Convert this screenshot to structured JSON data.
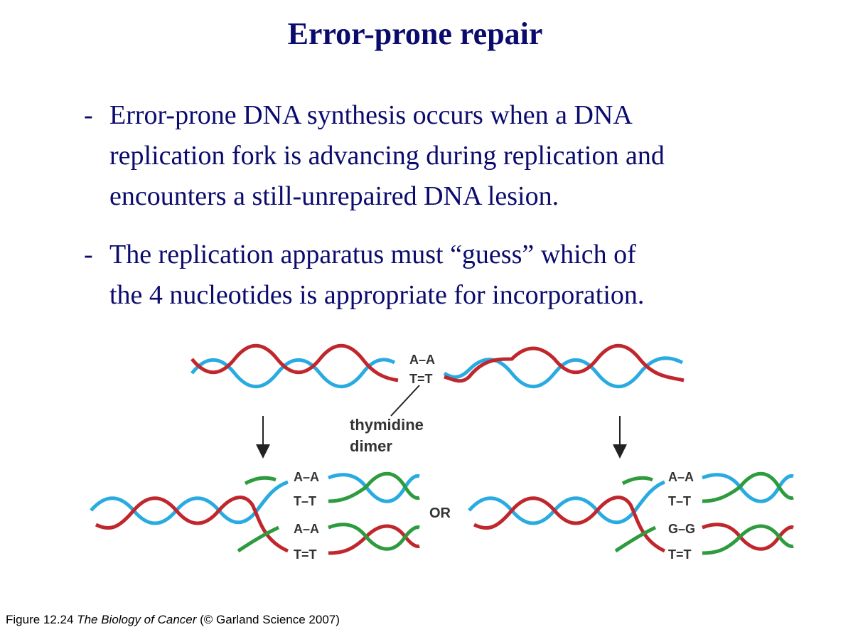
{
  "slide": {
    "title": "Error-prone repair",
    "bullets": [
      {
        "marker": "-",
        "lines": [
          "Error-prone DNA synthesis occurs when a DNA",
          "replication fork is advancing during replication and",
          "encounters a still-unrepaired DNA lesion."
        ]
      },
      {
        "marker": "-",
        "lines": [
          "The replication apparatus must “guess” which of",
          "the 4 nucleotides is appropriate for incorporation."
        ]
      }
    ]
  },
  "figure": {
    "top_pairs": [
      "A–A",
      "T=T"
    ],
    "dimer_label_line1": "thymidine",
    "dimer_label_line2": "dimer",
    "or_label": "OR",
    "left_fork": {
      "upper_pairs": [
        "A–A",
        "T–T"
      ],
      "lower_pairs": [
        "A–A",
        "T=T"
      ]
    },
    "right_fork": {
      "upper_pairs": [
        "A–A",
        "T–T"
      ],
      "lower_pairs": [
        "G–G",
        "T=T"
      ]
    },
    "colors": {
      "parent_strand_red": "#c0272d",
      "parent_strand_blue": "#29abe2",
      "new_strand_green": "#2e9b3e",
      "label_text": "#333333",
      "title_text": "#0b0b6e"
    }
  },
  "caption": {
    "prefix": "Figure 12.24 ",
    "book_title": "The Biology of Cancer",
    "suffix": " (© Garland Science 2007)"
  }
}
